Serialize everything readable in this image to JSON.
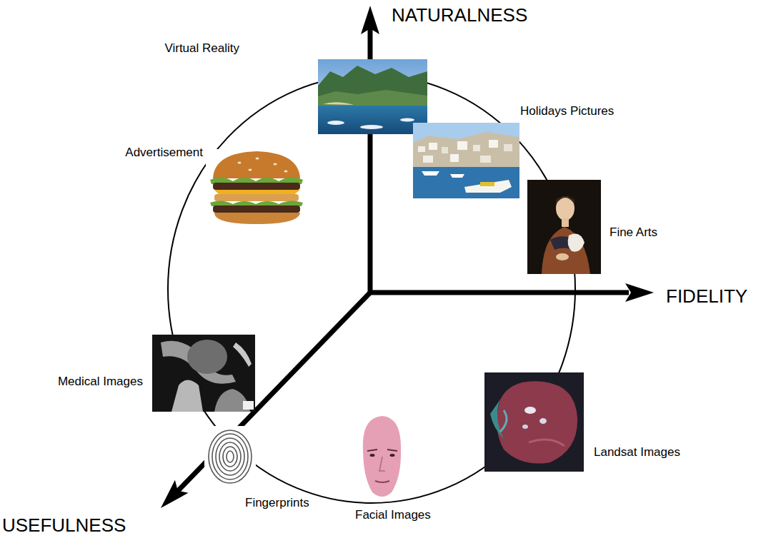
{
  "diagram": {
    "labels": [
      "NATURALNESS",
      "Virtual Reality",
      "Holidays Pictures",
      "Advertisement",
      "Fine Arts",
      "FIDELITY",
      "Medical Images",
      "Landsat Images",
      "Fingerprints",
      "Facial Images",
      "USEFULNESS"
    ]
  }
}
